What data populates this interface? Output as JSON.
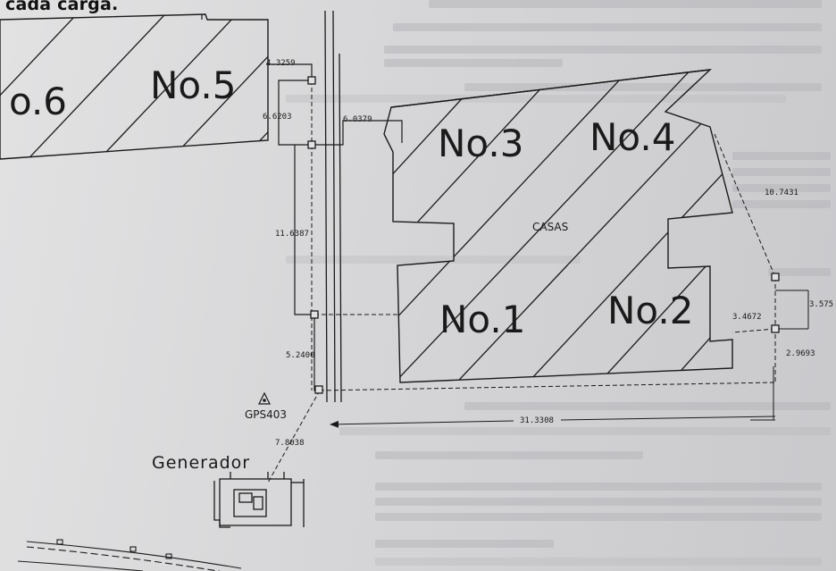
{
  "caption": "cada carga.",
  "buildings": {
    "no6": "o.6",
    "no5": "No.5",
    "no3": "No.3",
    "no4": "No.4",
    "no1": "No.1",
    "no2": "No.2",
    "casas": "CASAS"
  },
  "dimensions": {
    "d1": "4.3259",
    "d2": "6.6203",
    "d3": "6.0379",
    "d4": "11.6387",
    "d5": "5.2400",
    "d6": "7.8038",
    "d7": "31.3308",
    "d8": "10.7431",
    "d9": "3.4672",
    "d10": "3.575",
    "d11": "2.9693"
  },
  "points": {
    "gps": "GPS403",
    "generador": "Generador"
  },
  "colors": {
    "ink": "#1a1a1a",
    "paper": "#d8d8da"
  }
}
